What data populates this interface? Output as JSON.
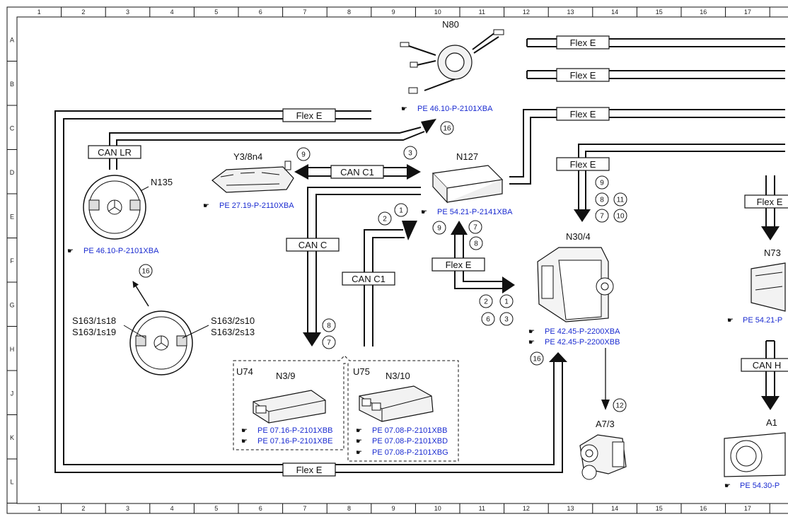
{
  "grid": {
    "columns": [
      "1",
      "2",
      "3",
      "4",
      "5",
      "6",
      "7",
      "8",
      "9",
      "10",
      "11",
      "12",
      "13",
      "14",
      "15",
      "16",
      "17"
    ],
    "rows": [
      "A",
      "B",
      "C",
      "D",
      "E",
      "F",
      "G",
      "H",
      "J",
      "K",
      "L"
    ]
  },
  "components": {
    "n80": {
      "label": "N80",
      "ref": "PE 46.10-P-2101XBA"
    },
    "n135": {
      "label": "N135",
      "ref": "PE 46.10-P-2101XBA"
    },
    "y3": {
      "label": "Y3/8n4",
      "ref": "PE 27.19-P-2110XBA"
    },
    "n127": {
      "label": "N127",
      "ref": "PE 54.21-P-2141XBA"
    },
    "n30": {
      "label": "N30/4",
      "refs": [
        "PE 42.45-P-2200XBA",
        "PE 42.45-P-2200XBB"
      ]
    },
    "n73": {
      "label": "N73",
      "ref": "PE 54.21-P"
    },
    "a7": {
      "label": "A7/3"
    },
    "a1": {
      "label": "A1",
      "ref": "PE 54.30-P"
    },
    "switches": {
      "left_1": "S163/1s18",
      "left_2": "S163/1s19",
      "right_1": "S163/2s10",
      "right_2": "S163/2s13"
    },
    "u74": {
      "group": "U74",
      "label": "N3/9",
      "refs": [
        "PE 07.16-P-2101XBB",
        "PE 07.16-P-2101XBE"
      ]
    },
    "u75": {
      "group": "U75",
      "label": "N3/10",
      "refs": [
        "PE 07.08-P-2101XBB",
        "PE 07.08-P-2101XBD",
        "PE 07.08-P-2101XBG"
      ]
    }
  },
  "buses": {
    "flex_e": "Flex E",
    "can_lr": "CAN LR",
    "can_c1": "CAN C1",
    "can_c": "CAN C",
    "can_h": "CAN H",
    "flex_b_partial": "Flex E"
  },
  "markers": [
    "16",
    "9",
    "3",
    "2",
    "1",
    "9",
    "7",
    "8",
    "9",
    "8",
    "11",
    "7",
    "10",
    "16",
    "8",
    "7",
    "2",
    "1",
    "6",
    "3",
    "16",
    "12"
  ]
}
